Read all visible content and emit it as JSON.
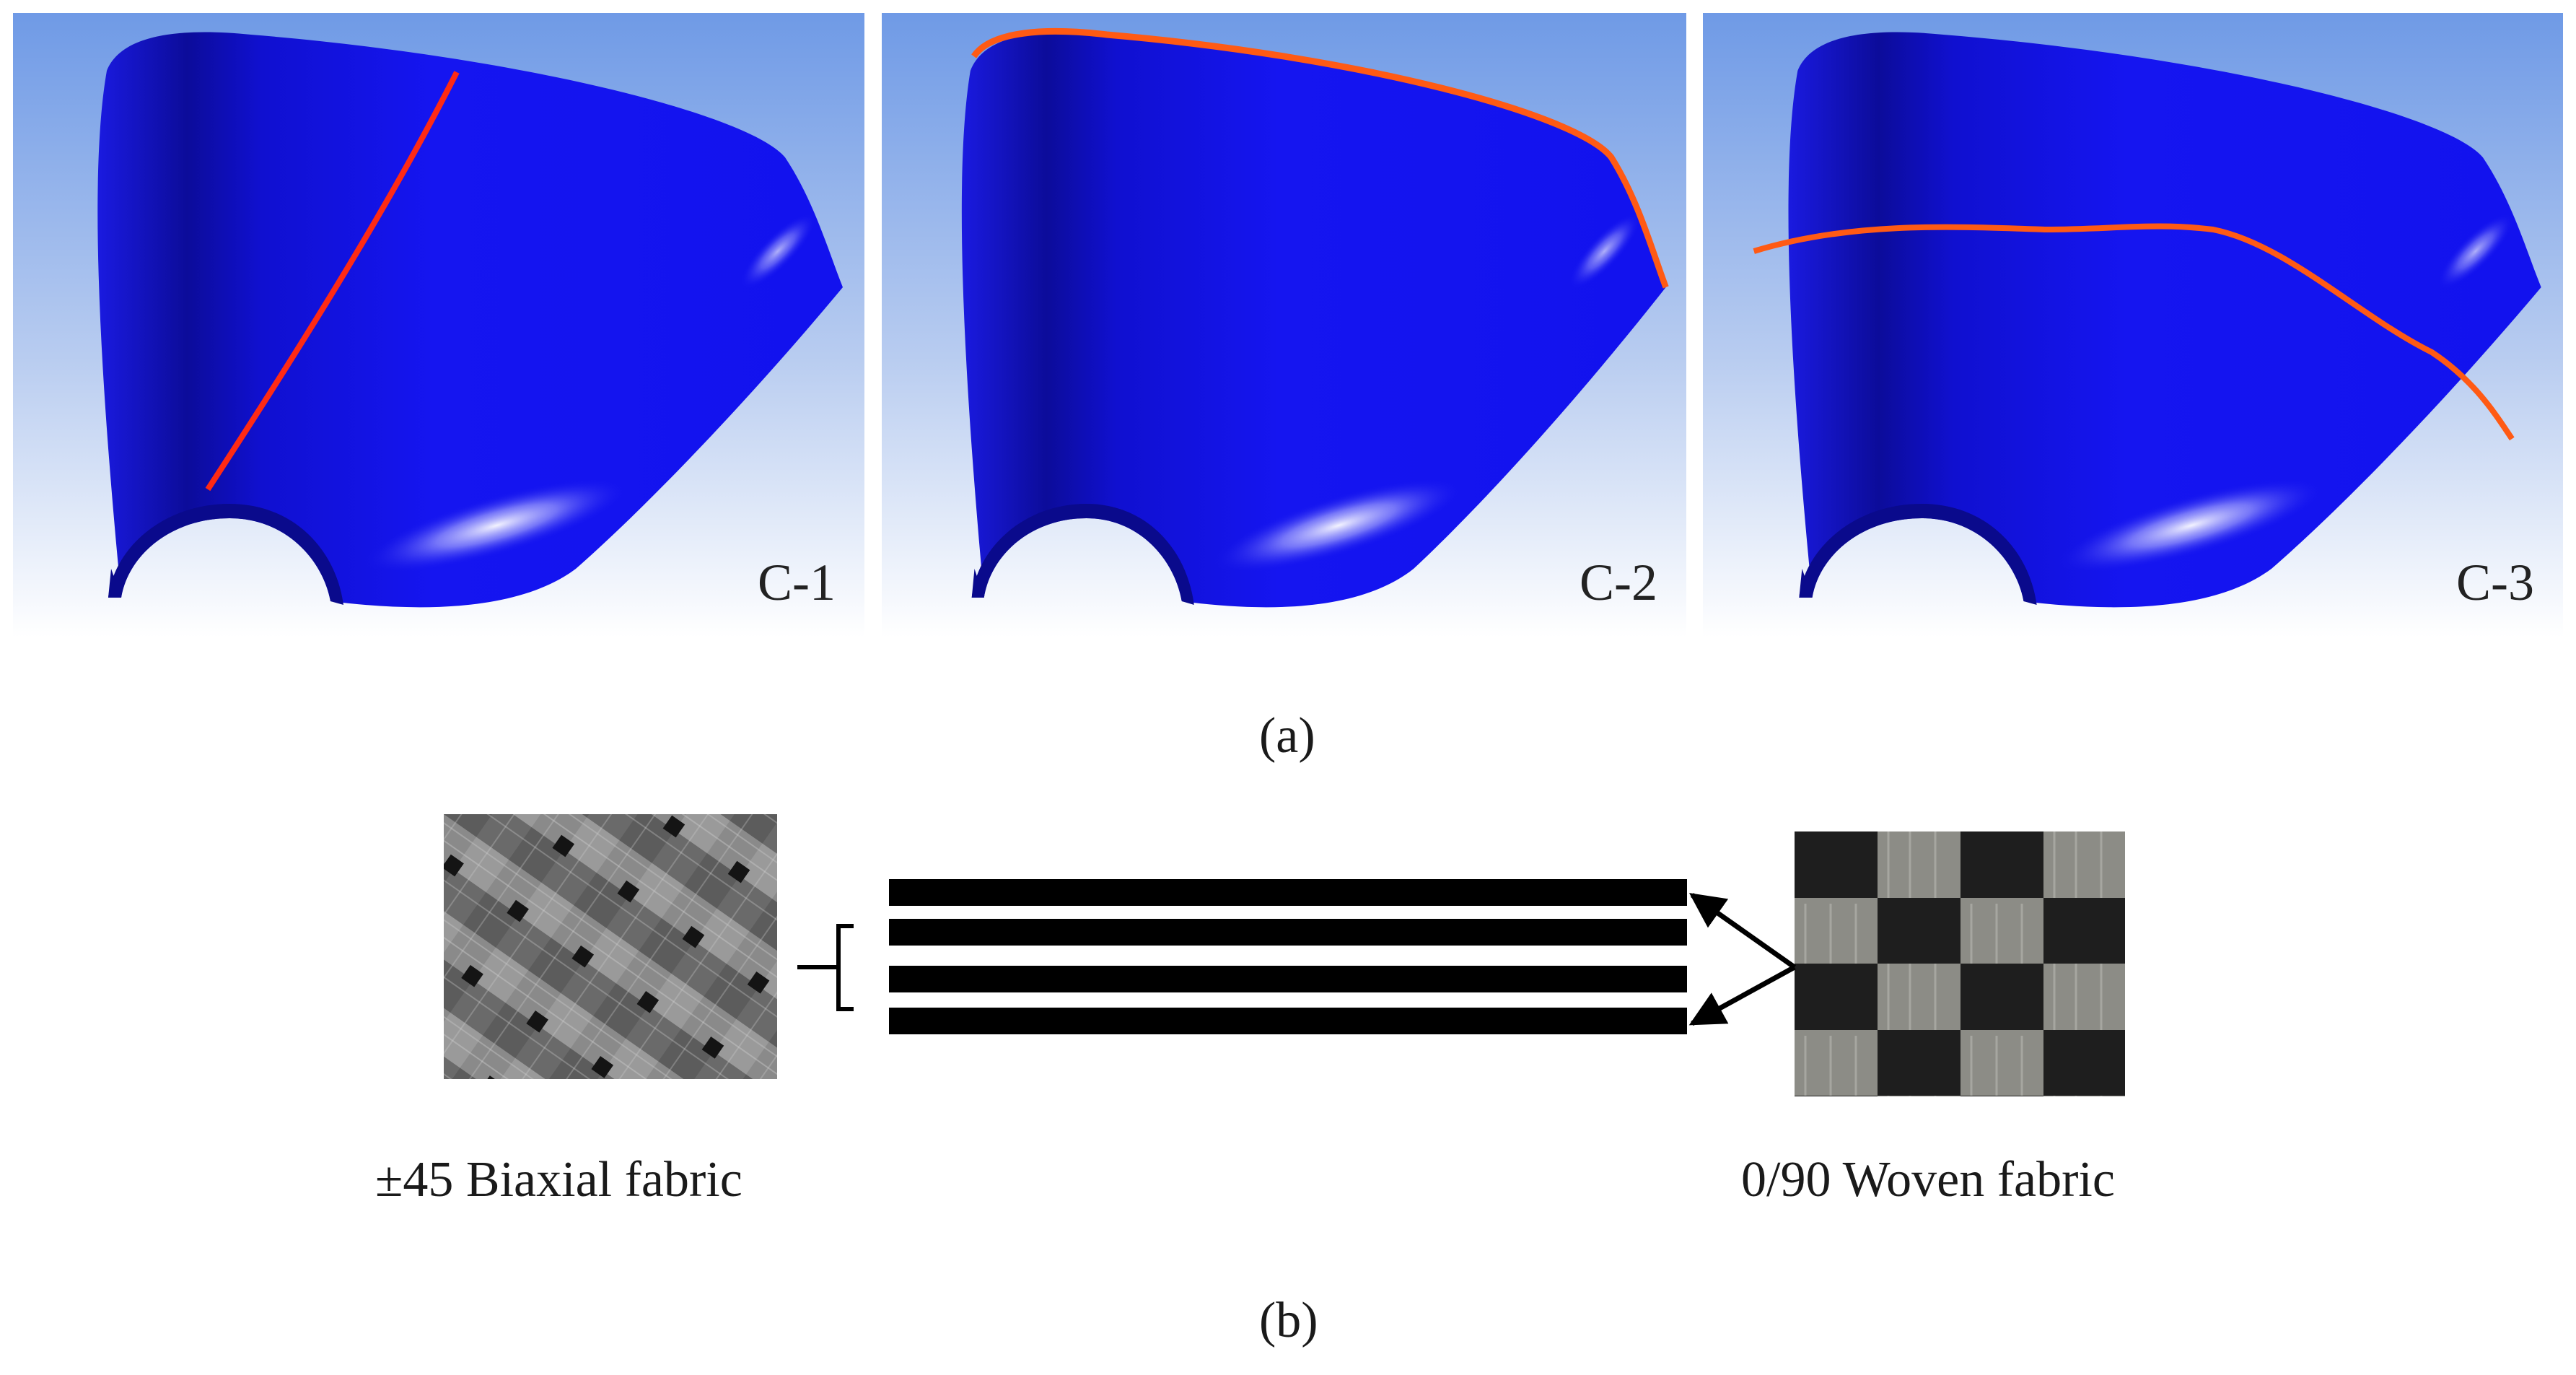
{
  "figure": {
    "panel_a": {
      "caption": "(a)",
      "views": [
        {
          "label": "C-1",
          "cut": "diagonal seam line"
        },
        {
          "label": "C-2",
          "cut": "edge seam line"
        },
        {
          "label": "C-3",
          "cut": "wave seam line"
        }
      ]
    },
    "panel_b": {
      "caption": "(b)",
      "left_fabric": "±45 Biaxial fabric",
      "right_fabric": "0/90 Woven fabric"
    }
  },
  "colors": {
    "shell_blue": "#1414f0",
    "shell_dark": "#0a0a8c",
    "seam_red": "#ff2a14",
    "seam_orange": "#ff5a14",
    "background_blue_top": "#6f9ae6",
    "background_blue_bottom": "#ffffff",
    "layer_black": "#000000"
  }
}
